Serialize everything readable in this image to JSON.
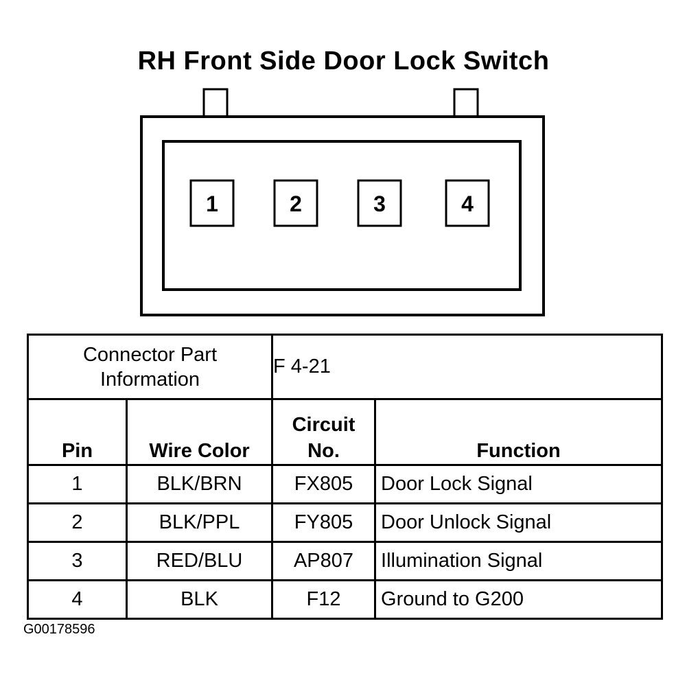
{
  "title": "RH Front Side Door Lock Switch",
  "connector": {
    "pins": [
      "1",
      "2",
      "3",
      "4"
    ]
  },
  "table": {
    "part_info_label_line1": "Connector Part",
    "part_info_label_line2": "Information",
    "part_info_value": "F 4-21",
    "headers": {
      "pin": "Pin",
      "wire_color": "Wire Color",
      "circuit_line1": "Circuit",
      "circuit_line2": "No.",
      "function": "Function"
    },
    "rows": [
      {
        "pin": "1",
        "wire_color": "BLK/BRN",
        "circuit": "FX805",
        "function": "Door Lock Signal"
      },
      {
        "pin": "2",
        "wire_color": "BLK/PPL",
        "circuit": "FY805",
        "function": "Door Unlock Signal"
      },
      {
        "pin": "3",
        "wire_color": "RED/BLU",
        "circuit": "AP807",
        "function": "Illumination Signal"
      },
      {
        "pin": "4",
        "wire_color": "BLK",
        "circuit": "F12",
        "function": "Ground to G200"
      }
    ]
  },
  "footnote": "G00178596"
}
